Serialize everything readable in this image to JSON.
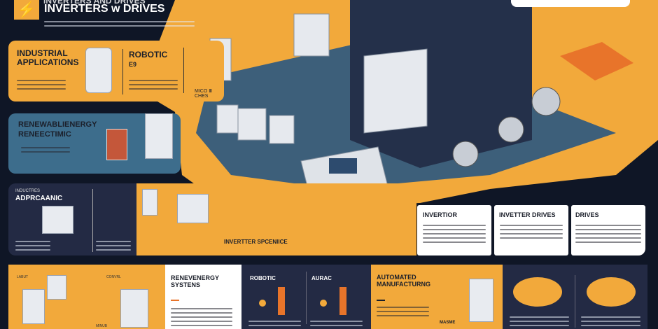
{
  "header": {
    "title_top": "INVERTERS AND DRIVES",
    "title": "INVERTERS w DRIVES",
    "logo_icon": "lightning-bolt-icon"
  },
  "panels": {
    "industrial": {
      "title": "INDUSTRIAL APPLICATIONS",
      "robotic": "ROBOTIC",
      "robotic_sub": "E9",
      "foot": "MICO Ⅲ CHES"
    },
    "renewable": {
      "title_1": "RENEWABLIENERGY",
      "title_2": "RENEECTIMIC"
    },
    "dark": {
      "kicker": "INDUCTRES",
      "title": "ADPRCAANIC"
    },
    "inverter_label": "INVERTTER SPCENIICE"
  },
  "cards": [
    {
      "title": "INVERTIOR"
    },
    {
      "title": "INVETTER DRIVES"
    },
    {
      "title": "DRIVES"
    }
  ],
  "bottom": {
    "left_label_1": "LABUT",
    "left_label_2": "CONVRL",
    "left_label_3": "MINUB",
    "renewable": "RENEVENERGY SYSTENS",
    "robotic": "ROBOTIC",
    "aurac": "AURAC",
    "automated": "AUTOMATED MANUFACTURNG",
    "cabinet_label": "MASME"
  },
  "colors": {
    "bg": "#0f1626",
    "orange": "#f2a93b",
    "accent": "#e8742a",
    "teal": "#3d6d8c",
    "navy": "#232a44"
  }
}
